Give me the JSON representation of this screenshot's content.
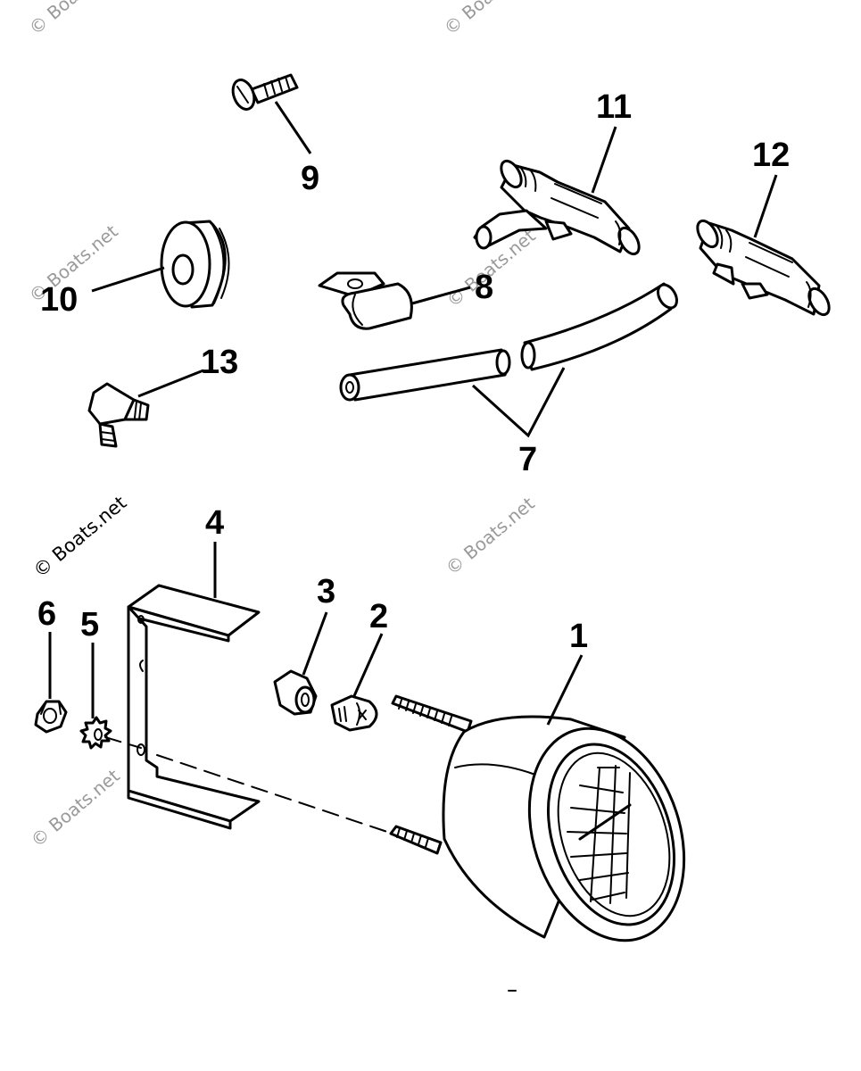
{
  "watermark": "© Boats.net",
  "callouts": {
    "c1": "1",
    "c2": "2",
    "c3": "3",
    "c4": "4",
    "c5": "5",
    "c6": "6",
    "c7": "7",
    "c8": "8",
    "c9": "9",
    "c10": "10",
    "c11": "11",
    "c12": "12",
    "c13": "13"
  },
  "parts": [
    {
      "ref": "1",
      "depiction": "gauge-icon"
    },
    {
      "ref": "2",
      "depiction": "bulb-icon"
    },
    {
      "ref": "3",
      "depiction": "bulb-socket-icon"
    },
    {
      "ref": "4",
      "depiction": "bracket-icon"
    },
    {
      "ref": "5",
      "depiction": "lock-washer-icon"
    },
    {
      "ref": "6",
      "depiction": "nut-icon"
    },
    {
      "ref": "7",
      "depiction": "hose-icon"
    },
    {
      "ref": "8",
      "depiction": "clamp-icon"
    },
    {
      "ref": "9",
      "depiction": "screw-icon"
    },
    {
      "ref": "10",
      "depiction": "grommet-icon"
    },
    {
      "ref": "11",
      "depiction": "tee-fitting-icon"
    },
    {
      "ref": "12",
      "depiction": "tee-fitting-icon"
    },
    {
      "ref": "13",
      "depiction": "elbow-fitting-icon"
    }
  ],
  "colors": {
    "ink": "#000000",
    "paper": "#ffffff",
    "watermark": "#9a9a9a"
  }
}
